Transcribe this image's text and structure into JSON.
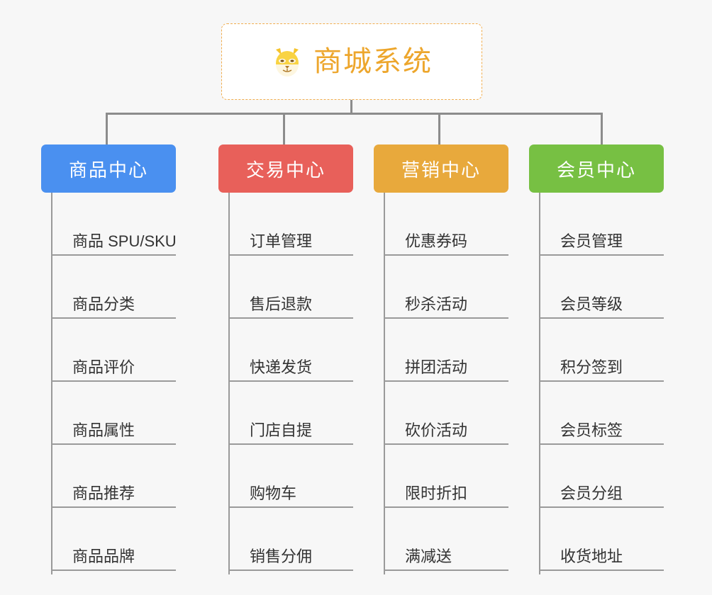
{
  "diagram": {
    "title": "商城系统",
    "root_icon": "shiba-dog-icon",
    "background_color": "#f7f7f7",
    "root_border_color": "#f0ad4e",
    "root_text_color": "#eda62c",
    "connector_color": "#8c8c8c"
  },
  "columns": [
    {
      "header": "商品中心",
      "color": "#4a90f0",
      "items": [
        "商品 SPU/SKU",
        "商品分类",
        "商品评价",
        "商品属性",
        "商品推荐",
        "商品品牌"
      ]
    },
    {
      "header": "交易中心",
      "color": "#e8605a",
      "items": [
        "订单管理",
        "售后退款",
        "快递发货",
        "门店自提",
        "购物车",
        "销售分佣"
      ]
    },
    {
      "header": "营销中心",
      "color": "#e8a93c",
      "items": [
        "优惠券码",
        "秒杀活动",
        "拼团活动",
        "砍价活动",
        "限时折扣",
        "满减送"
      ]
    },
    {
      "header": "会员中心",
      "color": "#77c043",
      "items": [
        "会员管理",
        "会员等级",
        "积分签到",
        "会员标签",
        "会员分组",
        "收货地址"
      ]
    }
  ]
}
